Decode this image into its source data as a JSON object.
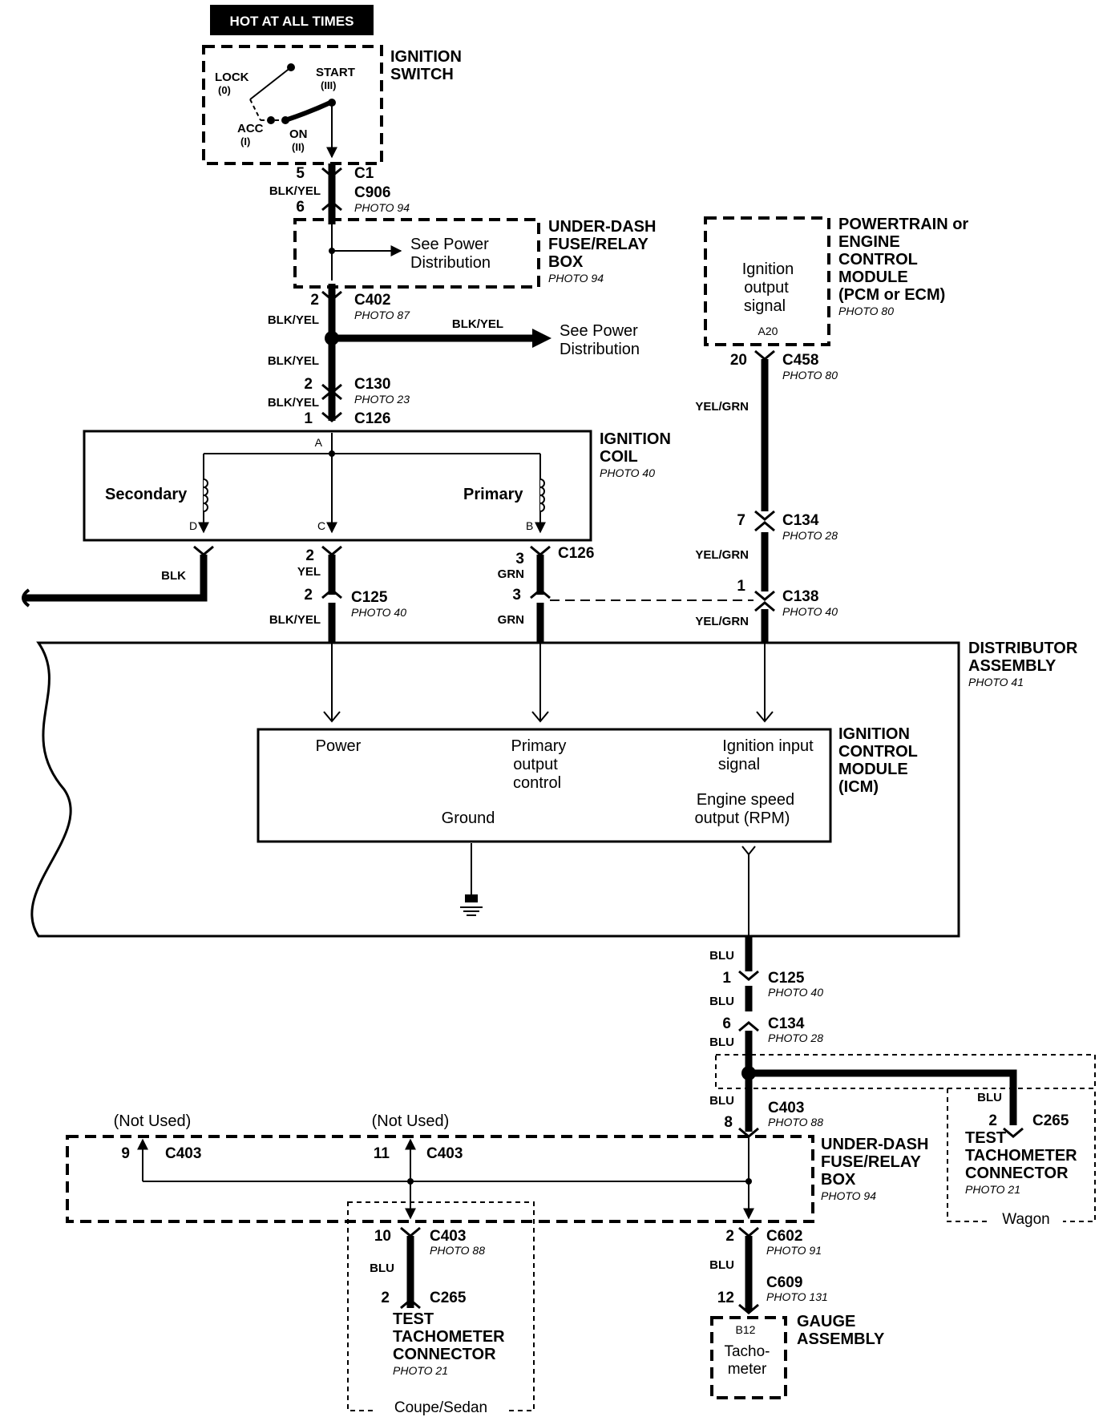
{
  "banner": "HOT AT ALL TIMES",
  "ignition_switch": {
    "title_1": "IGNITION",
    "title_2": "SWITCH",
    "lock_1": "LOCK",
    "lock_2": "(0)",
    "start_1": "START",
    "start_2": "(III)",
    "acc_1": "ACC",
    "acc_2": "(I)",
    "on_1": "ON",
    "on_2": "(II)"
  },
  "conn_c1": {
    "pin_top": "5",
    "pin_bottom": "6",
    "name_1": "C1",
    "name_2": "C906",
    "photo": "PHOTO 94",
    "wire": "BLK/YEL"
  },
  "fuse_box_top": {
    "title_1": "UNDER-DASH",
    "title_2": "FUSE/RELAY",
    "title_3": "BOX",
    "photo": "PHOTO 94",
    "see_1": "See Power",
    "see_2": "Distribution"
  },
  "conn_c402": {
    "pin": "2",
    "name": "C402",
    "photo": "PHOTO 87",
    "wire": "BLK/YEL"
  },
  "splice_branch": {
    "wire": "BLK/YEL",
    "see_1": "See Power",
    "see_2": "Distribution"
  },
  "conn_c130": {
    "wire_top": "BLK/YEL",
    "pin": "2",
    "name": "C130",
    "photo": "PHOTO 23",
    "wire_bottom": "BLK/YEL"
  },
  "conn_c126_top": {
    "pin": "1",
    "name": "C126"
  },
  "ignition_coil": {
    "title_1": "IGNITION",
    "title_2": "COIL",
    "photo": "PHOTO 40",
    "secondary": "Secondary",
    "primary": "Primary",
    "term_a": "A",
    "term_b": "B",
    "term_c": "C",
    "term_d": "D"
  },
  "conn_c126_bottom": {
    "pin_c": "2",
    "pin_b": "3",
    "name": "C126",
    "wire_c": "YEL",
    "wire_b": "GRN",
    "wire_d": "BLK"
  },
  "conn_c125": {
    "pin_c": "2",
    "pin_b": "3",
    "name": "C125",
    "photo": "PHOTO 40",
    "wire_power": "BLK/YEL",
    "wire_grn": "GRN"
  },
  "pcm": {
    "title_1": "POWERTRAIN or",
    "title_2": "ENGINE",
    "title_3": "CONTROL",
    "title_4": "MODULE",
    "title_5": "(PCM or ECM)",
    "photo": "PHOTO 80",
    "signal_1": "Ignition",
    "signal_2": "output",
    "signal_3": "signal",
    "terminal": "A20"
  },
  "conn_c458": {
    "pin": "20",
    "name": "C458",
    "photo": "PHOTO 80",
    "wire": "YEL/GRN"
  },
  "conn_c134_top": {
    "pin": "7",
    "name": "C134",
    "photo": "PHOTO 28",
    "wire": "YEL/GRN"
  },
  "conn_c138": {
    "pin": "1",
    "name": "C138",
    "photo": "PHOTO 40",
    "wire": "YEL/GRN"
  },
  "distributor": {
    "title_1": "DISTRIBUTOR",
    "title_2": "ASSEMBLY",
    "photo": "PHOTO 41"
  },
  "icm": {
    "title_1": "IGNITION",
    "title_2": "CONTROL",
    "title_3": "MODULE",
    "title_4": "(ICM)",
    "power": "Power",
    "primary_1": "Primary",
    "primary_2": "output",
    "primary_3": "control",
    "input_1": "Ignition input",
    "input_2": "signal",
    "ground": "Ground",
    "rpm_1": "Engine speed",
    "rpm_2": "output (RPM)"
  },
  "conn_c125_lower": {
    "wire_top": "BLU",
    "pin": "1",
    "name": "C125",
    "photo": "PHOTO 40",
    "wire_bottom": "BLU"
  },
  "conn_c134_lower": {
    "pin": "6",
    "name": "C134",
    "photo": "PHOTO 28",
    "wire": "BLU"
  },
  "wagon_tach": {
    "wire": "BLU",
    "pin": "2",
    "name": "C265",
    "title_1": "TEST",
    "title_2": "TACHOMETER",
    "title_3": "CONNECTOR",
    "photo": "PHOTO 21",
    "variant": "Wagon"
  },
  "conn_c403_in": {
    "wire": "BLU",
    "pin": "8",
    "name": "C403",
    "photo": "PHOTO 88"
  },
  "fuse_box_bottom": {
    "title_1": "UNDER-DASH",
    "title_2": "FUSE/RELAY",
    "title_3": "BOX",
    "photo": "PHOTO 94",
    "not_used_1": "(Not Used)",
    "not_used_2": "(Not Used)",
    "pin_9": "9",
    "c403_9": "C403",
    "pin_11": "11",
    "c403_11": "C403"
  },
  "coupe_tach": {
    "pin_10": "10",
    "c403": "C403",
    "c403_photo": "PHOTO 88",
    "wire": "BLU",
    "pin_2": "2",
    "name": "C265",
    "title_1": "TEST",
    "title_2": "TACHOMETER",
    "title_3": "CONNECTOR",
    "photo": "PHOTO 21",
    "variant": "Coupe/Sedan"
  },
  "conn_c602": {
    "pin": "2",
    "name": "C602",
    "photo": "PHOTO 91",
    "wire": "BLU"
  },
  "conn_c609": {
    "pin": "12",
    "name": "C609",
    "photo": "PHOTO 131"
  },
  "gauge": {
    "title_1": "GAUGE",
    "title_2": "ASSEMBLY",
    "terminal": "B12",
    "tacho_1": "Tacho-",
    "tacho_2": "meter"
  }
}
